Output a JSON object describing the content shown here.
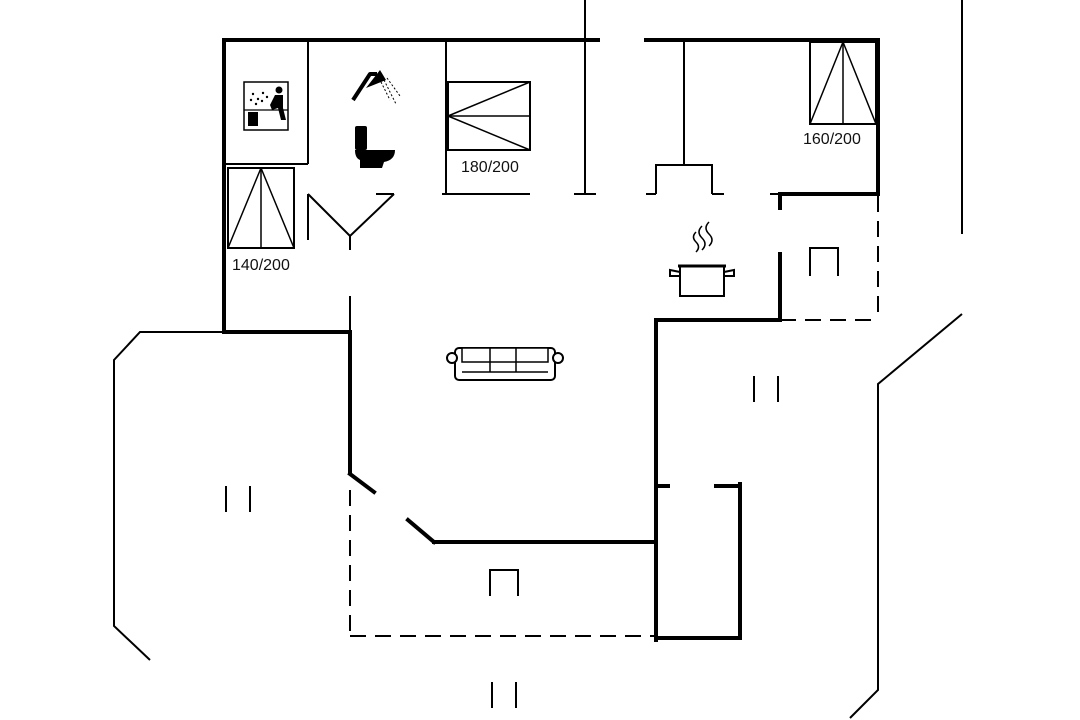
{
  "plan": {
    "beds": [
      {
        "id": "bed-1",
        "label": "140/200"
      },
      {
        "id": "bed-2",
        "label": "180/200"
      },
      {
        "id": "bed-3",
        "label": "160/200"
      }
    ],
    "icons": [
      "sauna-icon",
      "shower-icon",
      "toilet-icon",
      "cooking-pot-icon",
      "sofa-icon",
      "outdoor-chair-icon",
      "terrace-marker-icon"
    ]
  }
}
